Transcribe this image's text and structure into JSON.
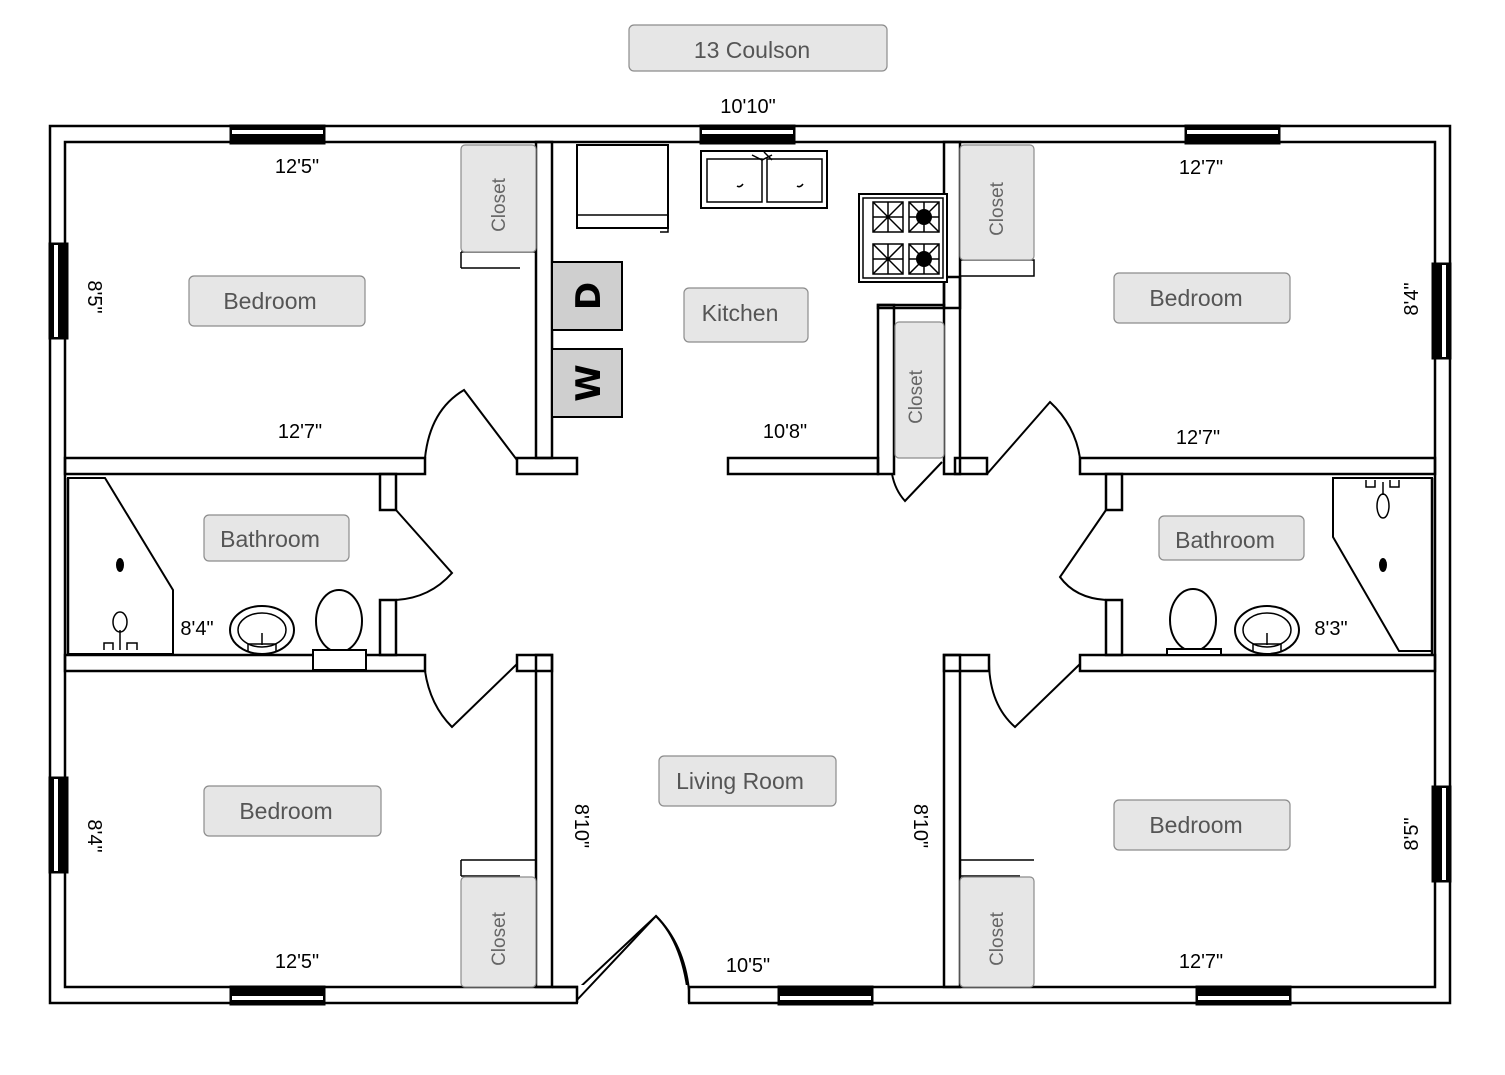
{
  "title": "13 Coulson",
  "rooms": {
    "bedroom_tl": "Bedroom",
    "bedroom_tr": "Bedroom",
    "bedroom_bl": "Bedroom",
    "bedroom_br": "Bedroom",
    "bathroom_l": "Bathroom",
    "bathroom_r": "Bathroom",
    "kitchen": "Kitchen",
    "living": "Living Room",
    "closet": "Closet"
  },
  "appliances": {
    "dryer": "D",
    "washer": "W"
  },
  "dimensions": {
    "kitchen_top": "10'10\"",
    "bed_tl_top": "12'5\"",
    "bed_tl_side": "8'5\"",
    "bed_tl_bottom": "12'7\"",
    "kitchen_bottom": "10'8\"",
    "bed_tr_top": "12'7\"",
    "bed_tr_side": "8'4\"",
    "bed_tr_bottom": "12'7\"",
    "bath_l": "8'4\"",
    "bath_r": "8'3\"",
    "bed_bl_side": "8'4\"",
    "bed_bl_bottom": "12'5\"",
    "living_left": "8'10\"",
    "living_right": "8'10\"",
    "living_bottom": "10'5\"",
    "bed_br_side": "8'5\"",
    "bed_br_bottom": "12'7\""
  }
}
